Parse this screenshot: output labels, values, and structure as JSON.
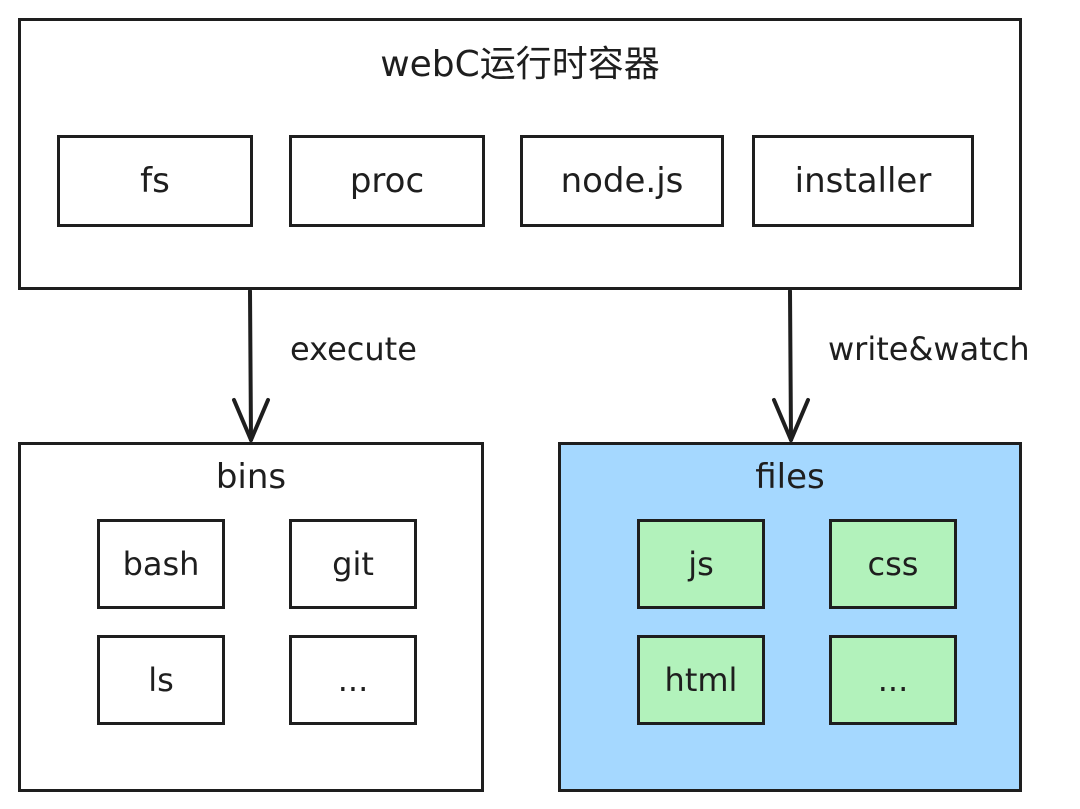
{
  "container": {
    "title": "webC运行时容器",
    "modules": [
      "fs",
      "proc",
      "node.js",
      "installer"
    ]
  },
  "edges": {
    "execute": "execute",
    "write_watch": "write&watch"
  },
  "bins": {
    "title": "bins",
    "items": [
      "bash",
      "git",
      "ls",
      "..."
    ]
  },
  "files": {
    "title": "files",
    "items": [
      "js",
      "css",
      "html",
      "..."
    ]
  },
  "colors": {
    "stroke": "#1e1e1e",
    "files_fill": "#a5d8ff",
    "file_item_fill": "#b2f2bb"
  }
}
